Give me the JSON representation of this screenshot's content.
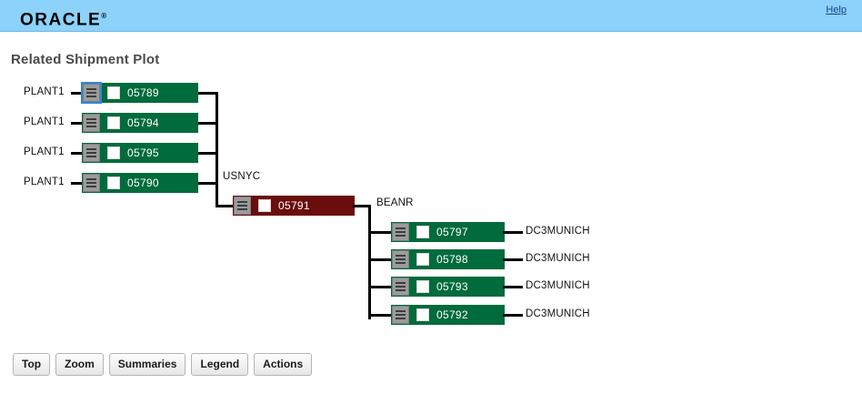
{
  "header": {
    "brand": "ORACLE",
    "brand_tm": "®",
    "help_label": "Help"
  },
  "page": {
    "title": "Related Shipment Plot"
  },
  "colors": {
    "header_background": "#8dd2fb",
    "shipment_green": "#006b3c",
    "shipment_red": "#6b0d0d",
    "connector_line": "#000000",
    "help_link": "#15428b",
    "title_text": "#4a4a4a"
  },
  "plot": {
    "source_nodes": [
      {
        "label": "PLANT1"
      },
      {
        "label": "PLANT1"
      },
      {
        "label": "PLANT1"
      },
      {
        "label": "PLANT1"
      }
    ],
    "hub_labels": {
      "left_hub": "USNYC",
      "right_hub": "BEANR"
    },
    "inbound_shipments": [
      {
        "id": "05789",
        "color": "green",
        "checked": false,
        "focused": true,
        "origin": "PLANT1",
        "destination": "USNYC"
      },
      {
        "id": "05794",
        "color": "green",
        "checked": false,
        "focused": false,
        "origin": "PLANT1",
        "destination": "USNYC"
      },
      {
        "id": "05795",
        "color": "green",
        "checked": false,
        "focused": false,
        "origin": "PLANT1",
        "destination": "USNYC"
      },
      {
        "id": "05790",
        "color": "green",
        "checked": false,
        "focused": false,
        "origin": "PLANT1",
        "destination": "USNYC"
      }
    ],
    "ocean_shipment": {
      "id": "05791",
      "color": "red",
      "checked": false,
      "focused": false,
      "origin": "USNYC",
      "destination": "BEANR"
    },
    "outbound_shipments": [
      {
        "id": "05797",
        "color": "green",
        "checked": false,
        "focused": false,
        "origin": "BEANR",
        "destination": "DC3MUNICH"
      },
      {
        "id": "05798",
        "color": "green",
        "checked": false,
        "focused": false,
        "origin": "BEANR",
        "destination": "DC3MUNICH"
      },
      {
        "id": "05793",
        "color": "green",
        "checked": false,
        "focused": false,
        "origin": "BEANR",
        "destination": "DC3MUNICH"
      },
      {
        "id": "05792",
        "color": "green",
        "checked": false,
        "focused": false,
        "origin": "BEANR",
        "destination": "DC3MUNICH"
      }
    ],
    "destination_nodes": [
      {
        "label": "DC3MUNICH"
      },
      {
        "label": "DC3MUNICH"
      },
      {
        "label": "DC3MUNICH"
      },
      {
        "label": "DC3MUNICH"
      }
    ]
  },
  "toolbar": {
    "buttons": [
      {
        "label": "Top"
      },
      {
        "label": "Zoom"
      },
      {
        "label": "Summaries"
      },
      {
        "label": "Legend"
      },
      {
        "label": "Actions"
      }
    ]
  }
}
